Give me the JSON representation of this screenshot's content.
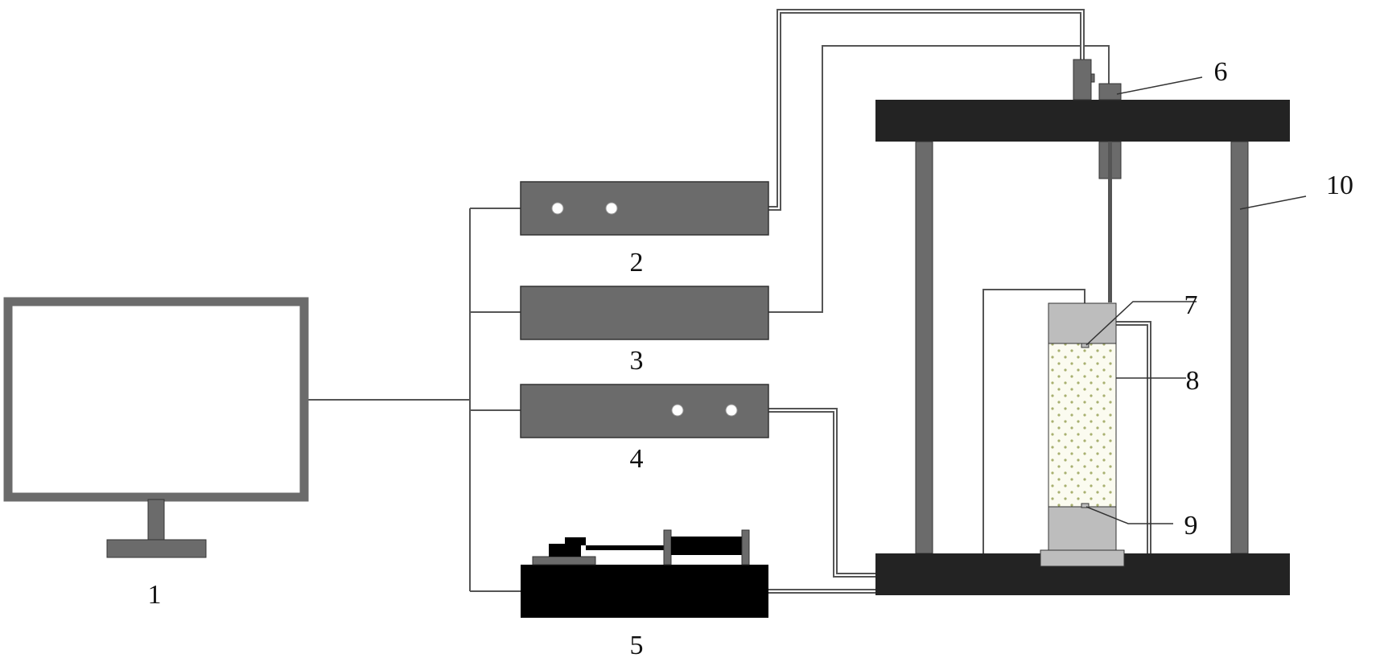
{
  "diagram": {
    "type": "experimental apparatus schematic",
    "colors": {
      "background": "#ffffff",
      "device_gray": "#6b6b6b",
      "frame_black": "#232323",
      "pump_black": "#000000",
      "sample_cap_gray": "#bdbdbd",
      "sample_fill": "#fbfbf0",
      "sample_dots": "#a8b070",
      "wire": "#555555"
    },
    "labels": {
      "computer": "1",
      "unit_2": "2",
      "unit_3": "3",
      "unit_4": "4",
      "pump": "5",
      "top_sensor": "6",
      "upper_probe": "7",
      "sample": "8",
      "lower_probe": "9",
      "frame": "10"
    }
  }
}
